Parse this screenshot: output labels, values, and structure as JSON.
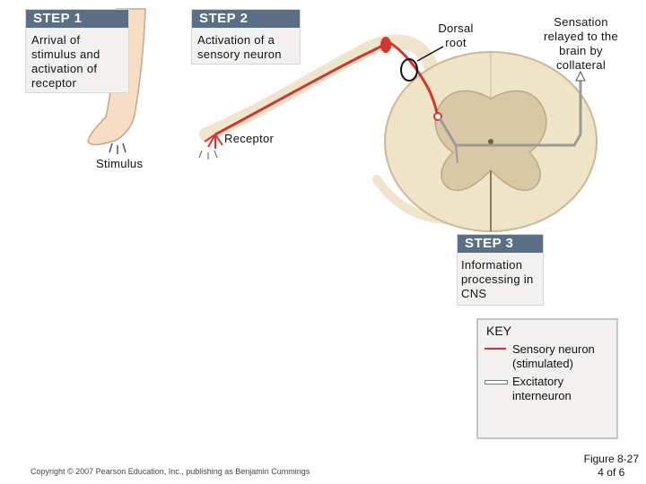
{
  "step1": {
    "title": "STEP 1",
    "text": "Arrival of stimulus and activation of receptor"
  },
  "step2": {
    "title": "STEP 2",
    "text": "Activation of a sensory neuron"
  },
  "step3": {
    "title": "STEP 3",
    "text": "Information processing in CNS"
  },
  "labels": {
    "dorsal_root": "Dorsal root",
    "sensation": "Sensation relayed to the brain by collateral",
    "receptor": "Receptor",
    "stimulus": "Stimulus"
  },
  "key": {
    "title": "KEY",
    "sensory": "Sensory neuron (stimulated)",
    "interneuron": "Excitatory interneuron"
  },
  "copyright": "Copyright © 2007 Pearson Education, Inc., publishing as Benjamin Cummings",
  "figure": {
    "number": "Figure 8-27",
    "part": "4 of 6"
  },
  "colors": {
    "sensory_neuron": "#d3362f",
    "interneuron": "#9a9a9a",
    "step_header": "#5a6f86",
    "spinal_cord": "#efe3c8",
    "gray_matter": "#d9c8a6"
  }
}
